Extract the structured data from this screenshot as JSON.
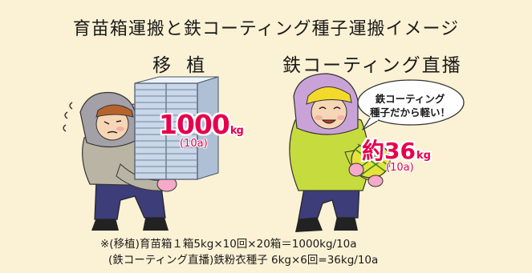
{
  "title": "育苗箱運搬と鉄コーティング種子運搬イメージ",
  "left": {
    "heading": "移 植",
    "weight": "1000",
    "unit": "kg",
    "area": "(10a)"
  },
  "right": {
    "heading": "鉄コーティング直播",
    "bubble_line1": "鉄コーティング",
    "bubble_line2": "種子だから軽い！",
    "weight": "約36",
    "unit": "kg",
    "area": "(10a)"
  },
  "notes": [
    "※(移植)育苗箱１箱5kg×10回×20箱＝1000kg/10a",
    "(鉄コーティング直播)鉄粉衣種子 6kg×6回=36kg/10a"
  ],
  "colors": {
    "background": "#fbf1d4",
    "accent": "#e6004c",
    "box": "#c9d7e8",
    "shirt_right": "#c6db3e",
    "shirt_left": "#b9b4a4",
    "pants": "#3d3d7a"
  }
}
